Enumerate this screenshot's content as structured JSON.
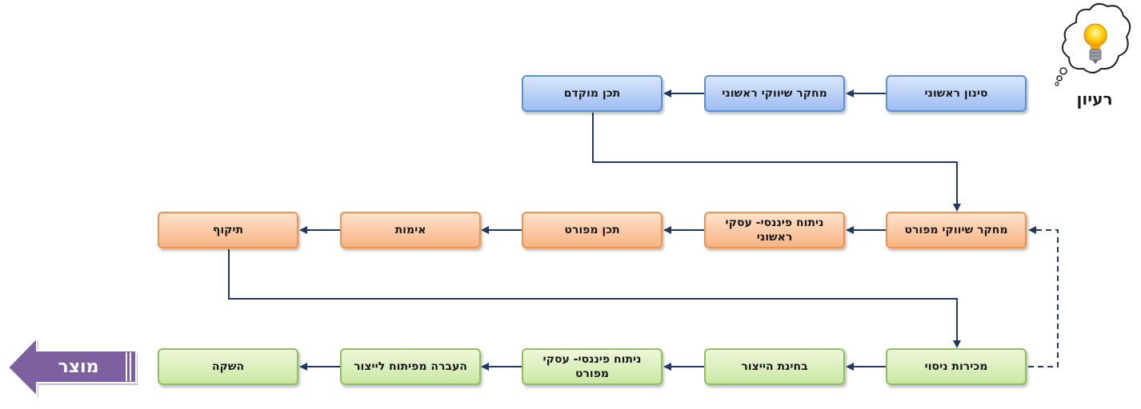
{
  "idea": {
    "label": "רעיון",
    "icon": "lightbulb-thought-icon"
  },
  "product": {
    "label": "מוצר",
    "icon": "left-arrow-icon",
    "color": "#7d60a0"
  },
  "colors": {
    "connector": "#1f3864",
    "blue": "#9ebdf1",
    "orange": "#f8b482",
    "green": "#cbe7a4"
  },
  "rows": [
    {
      "stage": "blue",
      "nodes": [
        "סינון ראשוני",
        "מחקר שיווקי ראשוני",
        "תכן מוקדם"
      ]
    },
    {
      "stage": "orange",
      "nodes": [
        "מחקר שיווקי מפורט",
        "ניתוח פיננסי- עסקי ראשוני",
        "תכן מפורט",
        "אימות",
        "תיקוף"
      ]
    },
    {
      "stage": "green",
      "nodes": [
        "מכירות ניסוי",
        "בחינת הייצור",
        "ניתוח פיננסי- עסקי מפורט",
        "העברה מפיתוח לייצור",
        "השקה"
      ]
    }
  ]
}
